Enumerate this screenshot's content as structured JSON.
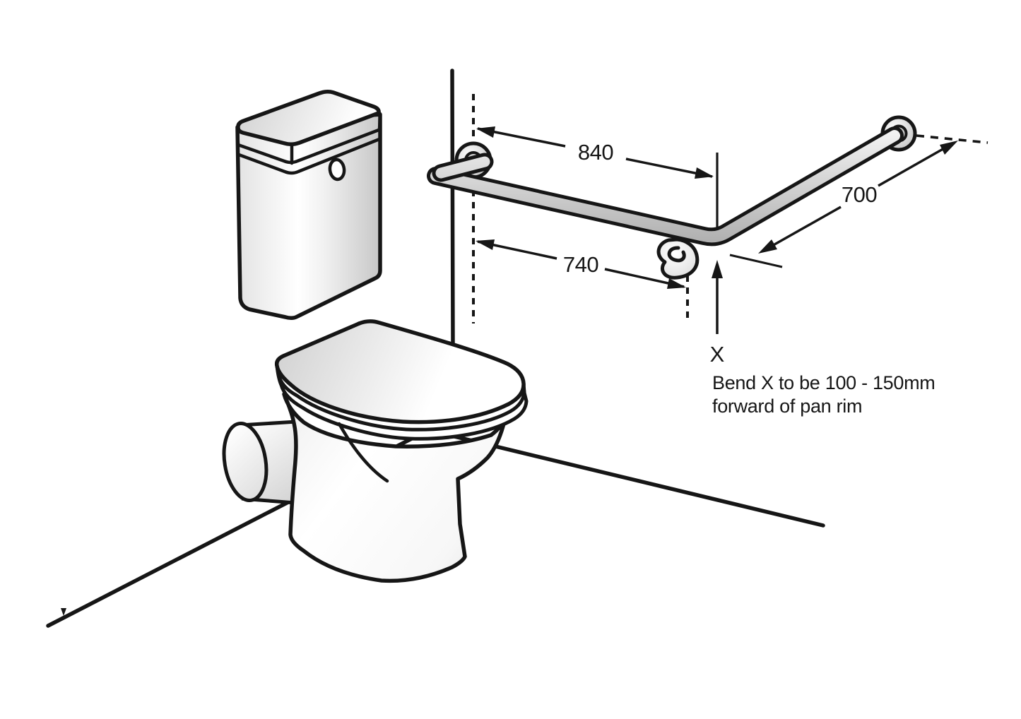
{
  "diagram": {
    "type": "technical-illustration",
    "subject": "Accessible toilet with corner grab rail installation dimensions",
    "dimensions": {
      "rail_top_run": "840",
      "rail_bottom_run": "740",
      "rail_side_run": "700"
    },
    "labels": {
      "bend_point": "X",
      "note_line1": "Bend X to be 100 - 150mm",
      "note_line2": "forward of pan rim"
    },
    "colors": {
      "line": "#161616",
      "background": "#ffffff",
      "fill_light": "#f5f5f5",
      "fill_shade": "#c6c6c6"
    }
  }
}
